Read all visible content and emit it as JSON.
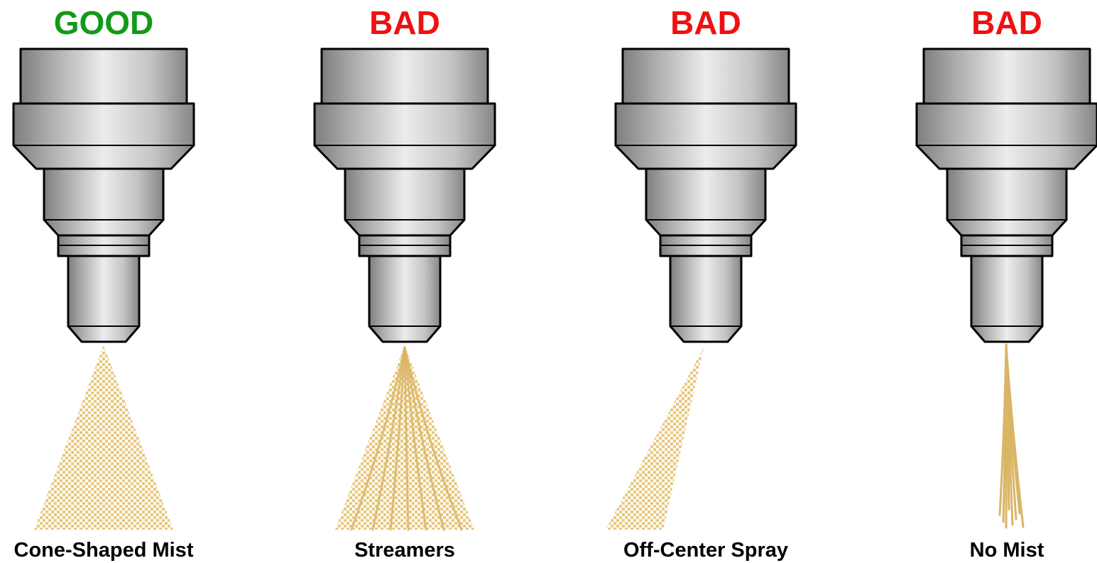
{
  "colors": {
    "good": "#119a1a",
    "bad": "#ee1111",
    "mist": "#e8c77a",
    "streak": "#d9b566",
    "outline": "#000000",
    "metal_dark": "#7e7e7e",
    "metal_mid": "#a9a9a9",
    "metal_light": "#ececec"
  },
  "panels": [
    {
      "verdict": "GOOD",
      "status": "good",
      "caption": "Cone-Shaped Mist",
      "spray": "cone",
      "icon": "spray-nozzle-icon"
    },
    {
      "verdict": "BAD",
      "status": "bad",
      "caption": "Streamers",
      "spray": "streamers",
      "icon": "spray-nozzle-icon"
    },
    {
      "verdict": "BAD",
      "status": "bad",
      "caption": "Off-Center Spray",
      "spray": "off-center",
      "icon": "spray-nozzle-icon"
    },
    {
      "verdict": "BAD",
      "status": "bad",
      "caption": "No Mist",
      "spray": "no-mist",
      "icon": "spray-nozzle-icon"
    }
  ]
}
